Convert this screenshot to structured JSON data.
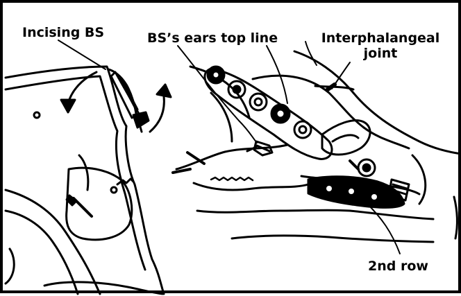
{
  "labels": {
    "incising_bs": "Incising BS",
    "bs_ears_top_line": "BS’s ears top line",
    "interphalangeal_line1": "Interphalangeal",
    "interphalangeal_line2": "joint",
    "second_row": "2nd row"
  },
  "colors": {
    "ink": "#000000",
    "background": "#ffffff"
  }
}
